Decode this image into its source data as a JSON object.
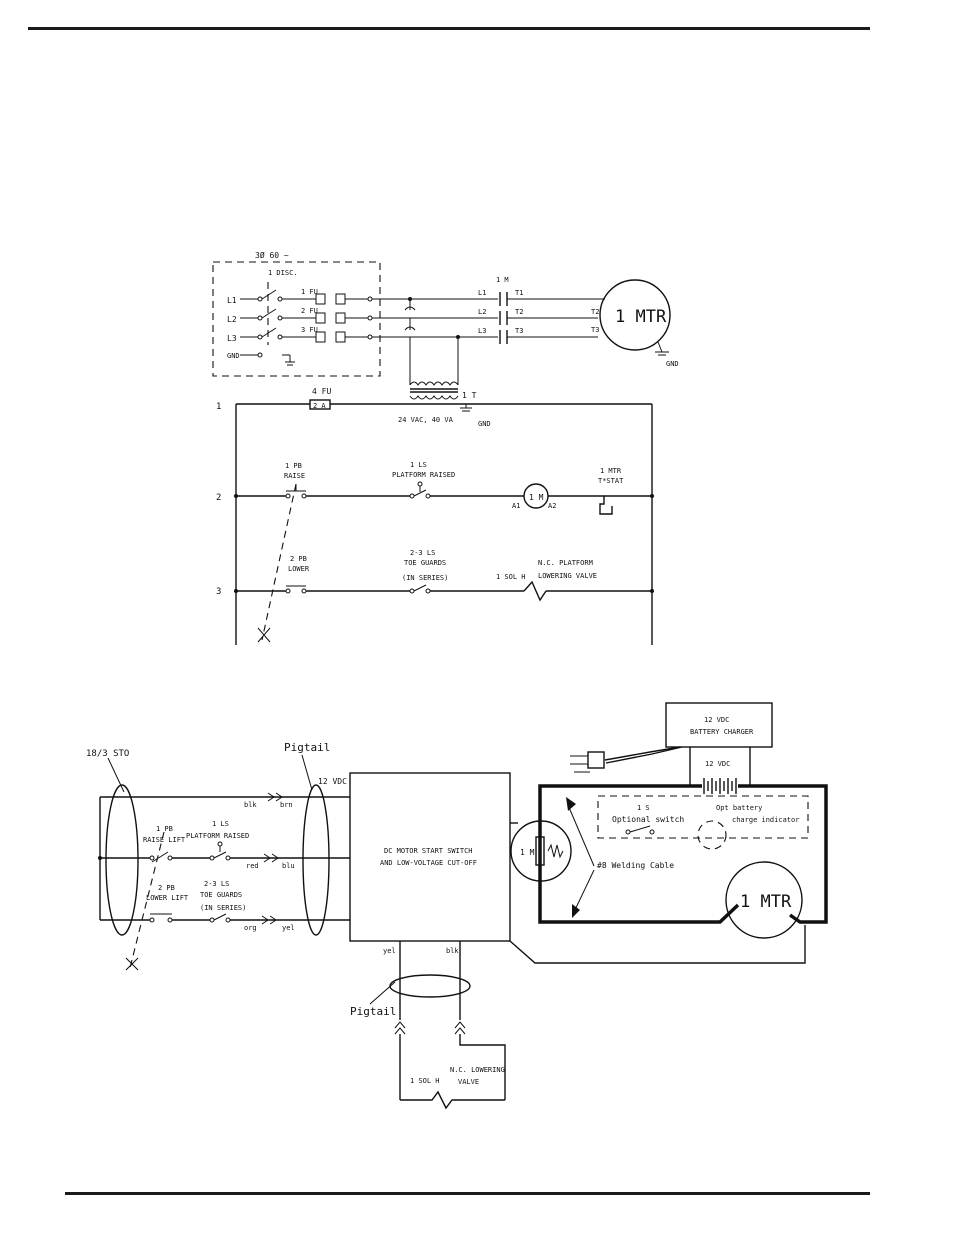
{
  "top_diagram": {
    "power_label": "3Ø 60 ~",
    "disconnect_label": "1 DISC.",
    "phase_labels": [
      "L1",
      "L2",
      "L3",
      "GND"
    ],
    "fuse_labels": [
      "1 FU",
      "2 FU",
      "3 FU"
    ],
    "contactor_label": "1 M",
    "line_terminals": [
      "L1",
      "L2",
      "L3"
    ],
    "load_terminals": [
      "T1",
      "T2",
      "T3"
    ],
    "motor_label": "1 MTR",
    "motor_ground": "GND",
    "transformer_label": "1 T",
    "transformer_rating": "24 VAC, 40 VA",
    "transformer_ground": "GND",
    "control_fuse_label": "4 FU",
    "control_fuse_value": "2 A",
    "rung_numbers": [
      "1",
      "2",
      "3"
    ],
    "raise_pb": [
      "1 PB",
      "RAISE"
    ],
    "raise_ls": [
      "1 LS",
      "PLATFORM RAISED"
    ],
    "coil_label": "1 M",
    "coil_terms": [
      "A1",
      "A2"
    ],
    "overload_label": [
      "1 MTR",
      "T*STAT"
    ],
    "lower_pb": [
      "2 PB",
      "LOWER"
    ],
    "toe_guards": [
      "2-3 LS",
      "TOE GUARDS",
      "(IN SERIES)"
    ],
    "solenoid_tag": "1 SOL H",
    "valve_label": [
      "N.C. PLATFORM",
      "LOWERING VALVE"
    ]
  },
  "bottom_diagram": {
    "cord_label": "18/3 STO",
    "pigtail_label": "Pigtail",
    "pigtail_label2": "Pigtail",
    "supply_label": "12 VDC",
    "raise_pb": [
      "1 PB",
      "RAISE LIFT"
    ],
    "raise_ls": [
      "1 LS",
      "PLATFORM RAISED"
    ],
    "lower_pb": [
      "2 PB",
      "LOWER LIFT"
    ],
    "toe_guards": [
      "2-3 LS",
      "TOE GUARDS",
      "(IN SERIES)"
    ],
    "wire_colors_left": [
      "blk",
      "red",
      "org"
    ],
    "wire_colors_right": [
      "brn",
      "blu",
      "yel"
    ],
    "box_label": [
      "DC MOTOR START SWITCH",
      "AND LOW-VOLTAGE CUT-OFF"
    ],
    "bottom_wires": [
      "yel",
      "blk"
    ],
    "solenoid_tag": "1 SOL H",
    "valve_label": [
      "N.C. LOWERING",
      "VALVE"
    ],
    "charger_label": [
      "12 VDC",
      "BATTERY CHARGER"
    ],
    "battery_label": "12 VDC",
    "switch_label": [
      "1 S",
      "Optional switch"
    ],
    "indicator_label": [
      "Opt battery",
      "charge indicator"
    ],
    "solenoid_label": "1 M",
    "cable_label": "#8 Welding Cable",
    "motor_label": "1 MTR"
  }
}
